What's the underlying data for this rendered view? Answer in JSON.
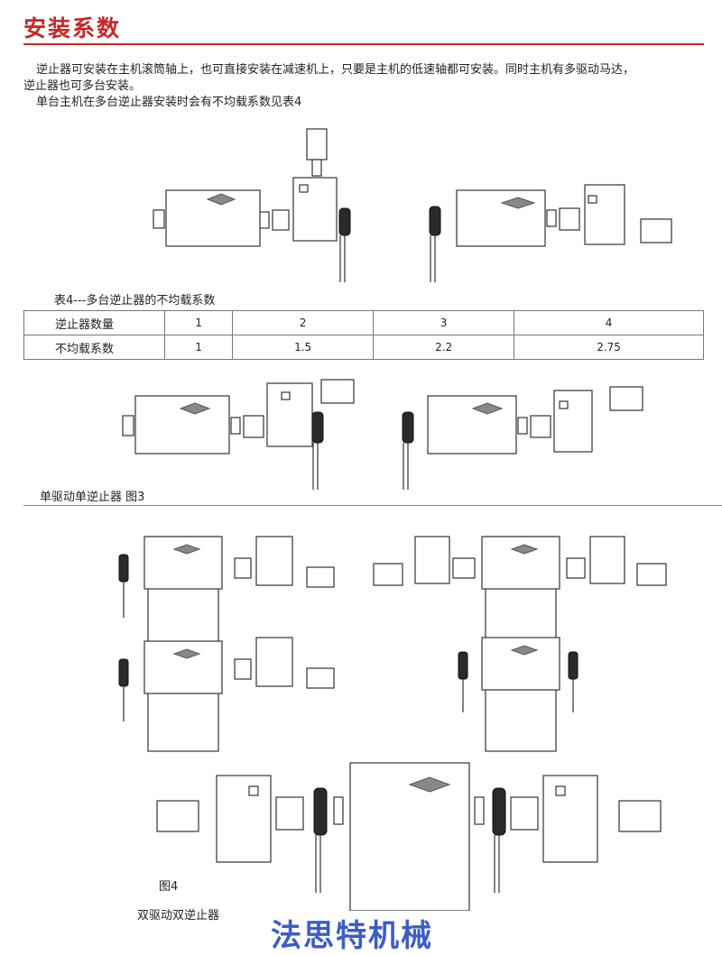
{
  "header": {
    "title": "安装系数"
  },
  "intro": {
    "line1": "逆止器可安装在主机滚筒轴上，也可直接安装在减速机上，只要是主机的低速轴都可安装。同时主机有多驱动马达，",
    "line2": "逆止器也可多台安装。",
    "line3": "单台主机在多台逆止器安装时会有不均载系数见表4"
  },
  "table": {
    "caption": "表4---多台逆止器的不均载系数",
    "rows": [
      {
        "label": "逆止器数量",
        "values": [
          "1",
          "2",
          "3",
          "4"
        ]
      },
      {
        "label": "不均载系数",
        "values": [
          "1",
          "1.5",
          "2.2",
          "2.75"
        ]
      }
    ]
  },
  "figures": {
    "fig3_caption": "单驱动单逆止器 图3",
    "fig4_label": "图4",
    "fig4_caption": "双驱动双逆止器"
  },
  "watermark": {
    "text": "法思特机械",
    "color": "#3c5dc6"
  },
  "colors": {
    "accent": "#c62828"
  }
}
